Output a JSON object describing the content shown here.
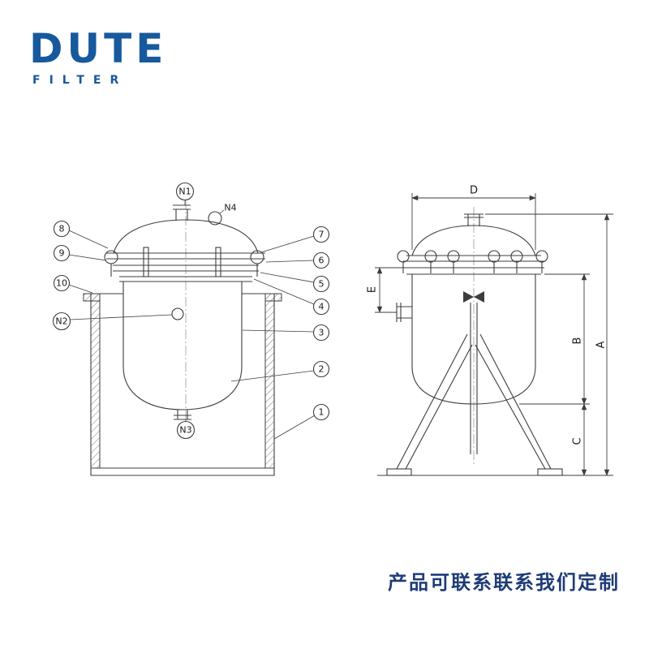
{
  "colors": {
    "logo_blue": "#17599c",
    "footer_navy": "#1f3c78",
    "line": "#3d3d3d"
  },
  "logo": {
    "brand": "DUTE",
    "subtitle": "FILTER"
  },
  "front_view": {
    "nozzles": {
      "n1": "N1",
      "n2": "N2",
      "n3": "N3",
      "n4": "N4"
    },
    "callouts": {
      "c1": "1",
      "c2": "2",
      "c3": "3",
      "c4": "4",
      "c5": "5",
      "c6": "6",
      "c7": "7",
      "c8": "8",
      "c9": "9",
      "c10": "10"
    }
  },
  "side_view": {
    "dimensions": {
      "d": "D",
      "e": "E",
      "a": "A",
      "b": "B",
      "c": "C"
    }
  },
  "footer": {
    "text": "产品可联系联系我们定制"
  }
}
